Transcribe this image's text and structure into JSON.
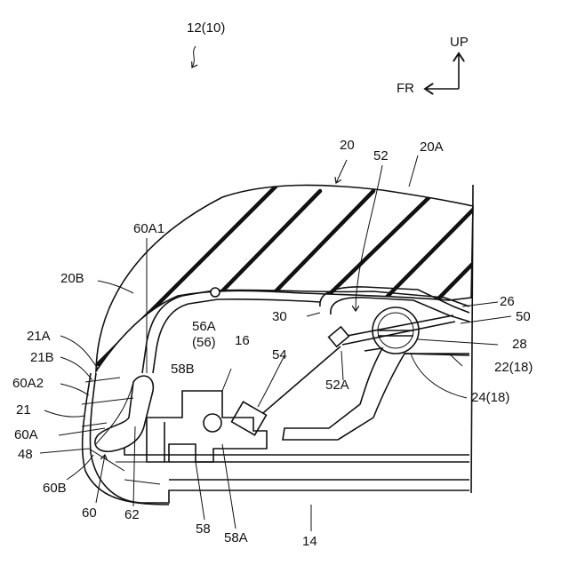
{
  "figure": {
    "ref_main": "12(10)",
    "dir_up": "UP",
    "dir_fr": "FR",
    "labels": {
      "l20": "20",
      "l20A": "20A",
      "l52": "52",
      "l60A1": "60A1",
      "l20B": "20B",
      "l26": "26",
      "l50": "50",
      "l30": "30",
      "l56A": "56A",
      "l56": "(56)",
      "l16": "16",
      "l21A": "21A",
      "l21B": "21B",
      "l54": "54",
      "l58B": "58B",
      "l28": "28",
      "l60A2": "60A2",
      "l22": "22(18)",
      "l52A": "52A",
      "l24": "24(18)",
      "l21": "21",
      "l60A": "60A",
      "l48": "48",
      "l60B": "60B",
      "l60": "60",
      "l62": "62",
      "l58": "58",
      "l58A": "58A",
      "l14": "14"
    }
  }
}
